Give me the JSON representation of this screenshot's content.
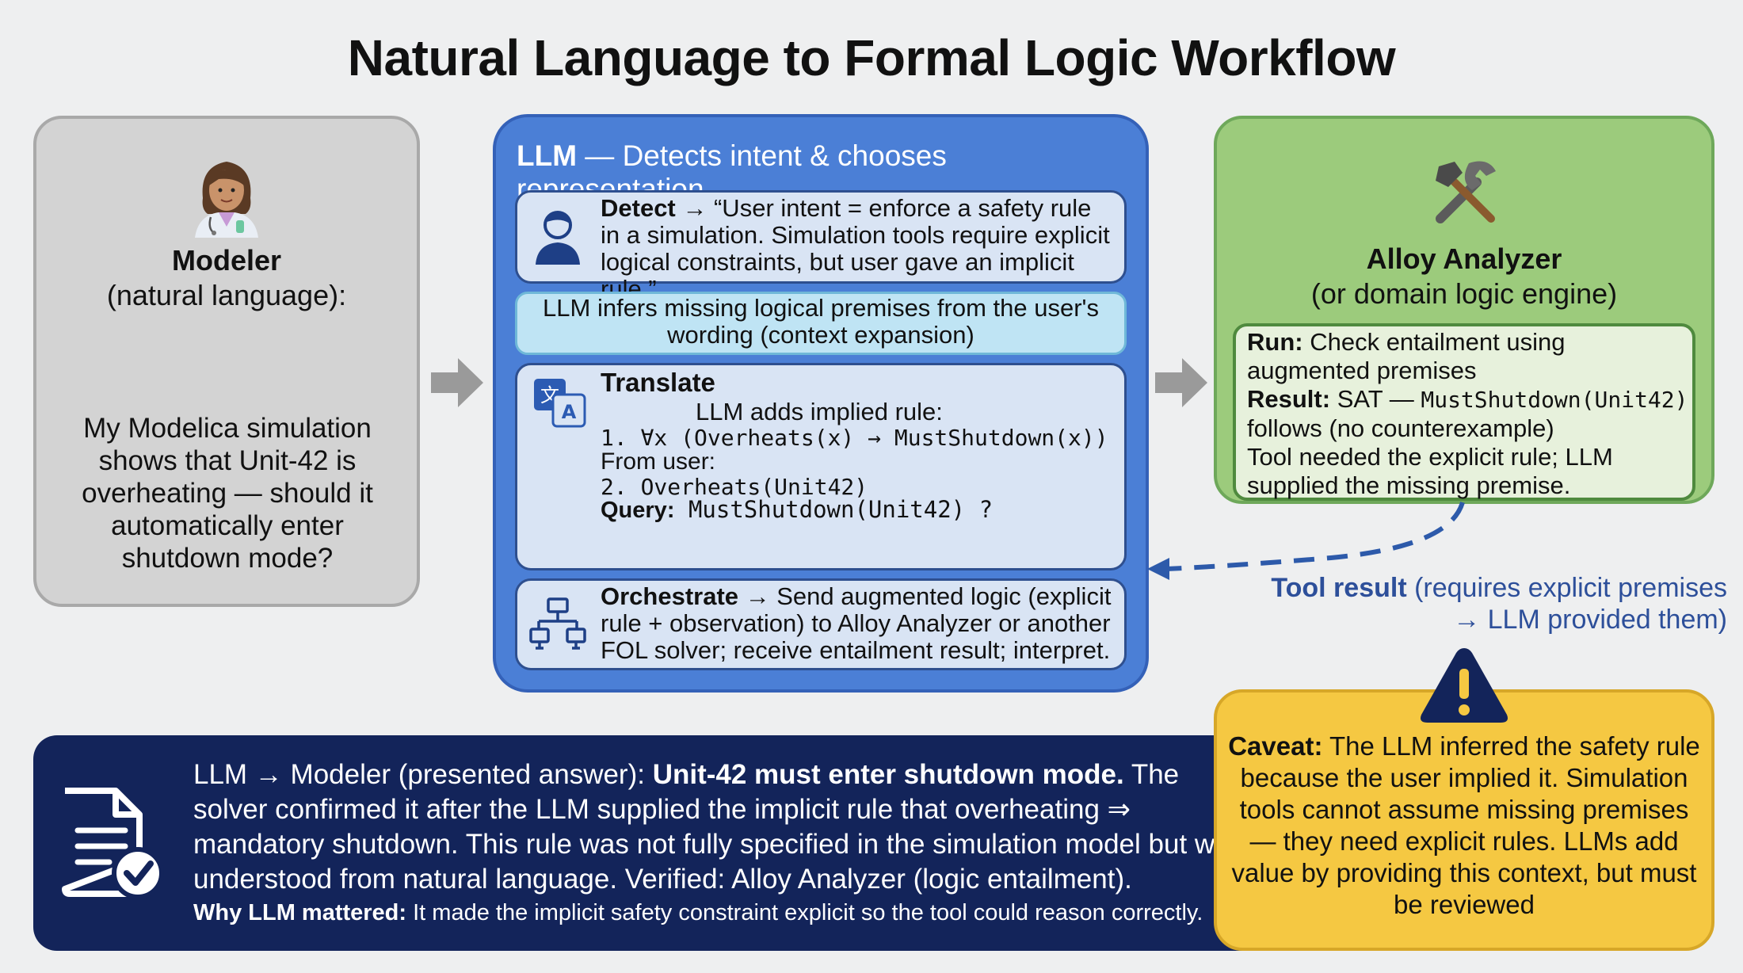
{
  "title": "Natural Language to Formal Logic Workflow",
  "modeler": {
    "name": "Modeler",
    "subtitle": "(natural language):",
    "query": "My Modelica simulation shows that Unit-42 is overheating — should it automatically enter shutdown mode?",
    "avatar_icon": "doctor-woman-icon"
  },
  "llm": {
    "header_bold": "LLM",
    "header_rest": " — Detects intent & chooses representation",
    "detect": {
      "label": "Detect →",
      "text": " “User intent = enforce a safety rule in a simulation. Simulation tools require explicit logical constraints, but user gave an implicit rule.”",
      "icon": "user-icon"
    },
    "infer_text": "LLM infers missing logical premises from the user's wording (context expansion)",
    "translate": {
      "title": "Translate",
      "implied": "LLM adds implied rule:",
      "rule1": "1. ∀x (Overheats(x) → MustShutdown(x))",
      "from_user": "From user:",
      "rule2": "2. Overheats(Unit42)",
      "query_label": "Query:",
      "query_value": " MustShutdown(Unit42) ?",
      "icon": "translate-icon"
    },
    "orchestrate": {
      "label": "Orchestrate →",
      "text": " Send augmented logic (explicit rule + observation) to Alloy Analyzer or another FOL solver; receive entailment result; interpret.",
      "icon": "network-icon"
    }
  },
  "alloy": {
    "name": "Alloy Analyzer",
    "subtitle": "(or domain logic engine)",
    "run_label": "Run:",
    "run_text": " Check entailment using augmented premises",
    "result_label": "Result:",
    "result_sat": " SAT — ",
    "result_mono": "MustShutdown(Unit42)",
    "result_rest": " follows (no counterexample)",
    "note": "Tool needed the explicit rule; LLM supplied the missing premise.",
    "icon": "tools-icon"
  },
  "tool_result": {
    "bold": "Tool result",
    "line1_rest": " (requires explicit premises",
    "line2": "→ LLM provided them)"
  },
  "answer": {
    "prefix": "LLM → Modeler (presented answer): ",
    "bold": "Unit-42 must enter shutdown mode.",
    "rest": " The solver confirmed it after the LLM supplied the implicit rule that overheating ⇒ mandatory shutdown. This rule was not fully specified in the simulation model but was understood from natural language. Verified: Alloy Analyzer (logic entailment).",
    "why_label": "Why LLM mattered:",
    "why_text": " It made the implicit safety constraint explicit so the tool could reason correctly.",
    "icon": "document-check-icon"
  },
  "caveat": {
    "label": "Caveat:",
    "text": " The LLM inferred the safety rule because the user implied it. Simulation tools cannot assume missing premises — they need explicit rules. LLMs add value by providing this context, but must be reviewed",
    "icon": "warning-icon"
  },
  "colors": {
    "llm_blue": "#4b7fd6",
    "alloy_green": "#9ccb7c",
    "answer_navy": "#13245a",
    "caveat_yellow": "#f5c842"
  }
}
